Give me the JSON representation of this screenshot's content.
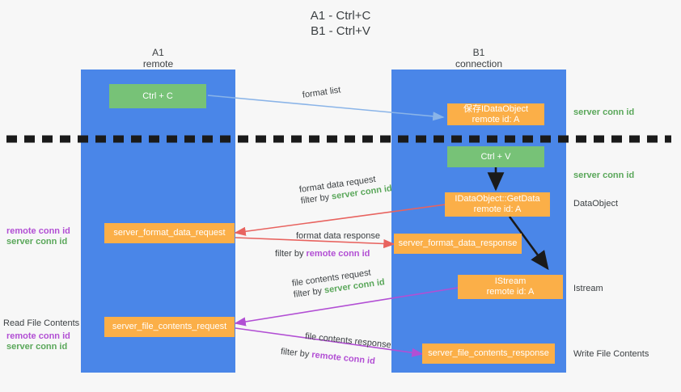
{
  "title": {
    "line1": "A1 - Ctrl+C",
    "line2": "B1 - Ctrl+V"
  },
  "columns": [
    {
      "name": "A1",
      "sub": "remote"
    },
    {
      "name": "B1",
      "sub": "connection"
    }
  ],
  "boxes": {
    "ctrl_c": {
      "label": "Ctrl + C"
    },
    "ctrl_v": {
      "label": "Ctrl + V"
    },
    "set_dataobject": {
      "line1": "保存IDataObject",
      "line2": "remote id: A"
    },
    "getdata": {
      "line1": "IDataObject::GetData",
      "line2": "remote id: A"
    },
    "istream": {
      "line1": "IStream",
      "line2": "remote id: A"
    },
    "server_format_data_request": {
      "label": "server_format_data_request"
    },
    "server_format_data_response": {
      "label": "server_format_data_response"
    },
    "server_file_contents_request": {
      "label": "server_file_contents_request"
    },
    "server_file_contents_response": {
      "label": "server_file_contents_response"
    }
  },
  "edges": {
    "format_list": {
      "label": "format list"
    },
    "format_data_request": {
      "line1": "format data request",
      "filter_prefix": "filter by ",
      "filter_value": "server conn id"
    },
    "format_data_response": {
      "line1": "format data response",
      "filter_prefix": "filter by ",
      "filter_value": "remote conn id"
    },
    "file_contents_request": {
      "line1": "file contents request",
      "filter_prefix": "filter by ",
      "filter_value": "server conn id"
    },
    "file_contents_response": {
      "line1": "file contents response",
      "filter_prefix": "filter by ",
      "filter_value": "remote conn id"
    }
  },
  "annotations": {
    "right_server_conn_id_top": "server conn id",
    "right_server_conn_id_mid": "server conn id",
    "right_dataobject": "DataObject",
    "right_istream": "Istream",
    "right_write_file_contents": "Write File Contents",
    "left_remote_conn_id_1": "remote conn id",
    "left_server_conn_id_1": "server conn id",
    "left_read_file_contents": "Read File Contents",
    "left_remote_conn_id_2": "remote conn id",
    "left_server_conn_id_2": "server conn id"
  },
  "colors": {
    "lane": "#4a86e8",
    "green_box": "#77c277",
    "orange_box": "#fbaf48",
    "green_text": "#5aa75a",
    "purple_text": "#b24fd4",
    "arrow_blue": "#8ab4e8",
    "arrow_red": "#e8635f",
    "arrow_purple": "#b24fd4",
    "arrow_black": "#1a1a1a",
    "background": "#f7f7f7"
  }
}
